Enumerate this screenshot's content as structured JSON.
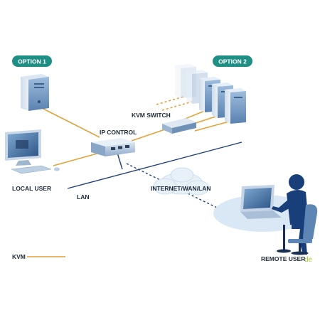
{
  "labels": {
    "option1": "OPTION 1",
    "option2": "OPTION 2",
    "kvm_switch": "KVM SWITCH",
    "ip_control": "IP CONTROL",
    "internet": "INTERNET/WAN/LAN",
    "local_user": "LOCAL USER",
    "lan": "LAN",
    "remote_user": "REMOTE USER",
    "watermark": "de"
  },
  "legend": {
    "kvm": "KVM"
  },
  "colors": {
    "kvm_line": "#e3a13b",
    "network_line": "#1f3f7a",
    "accent": "#1f8f86",
    "device_blue": "#5d86b4",
    "server_light": "#d4e1ef",
    "cloud": "#e8f0f8",
    "table": "#dae8f5",
    "person": "#183f79"
  }
}
